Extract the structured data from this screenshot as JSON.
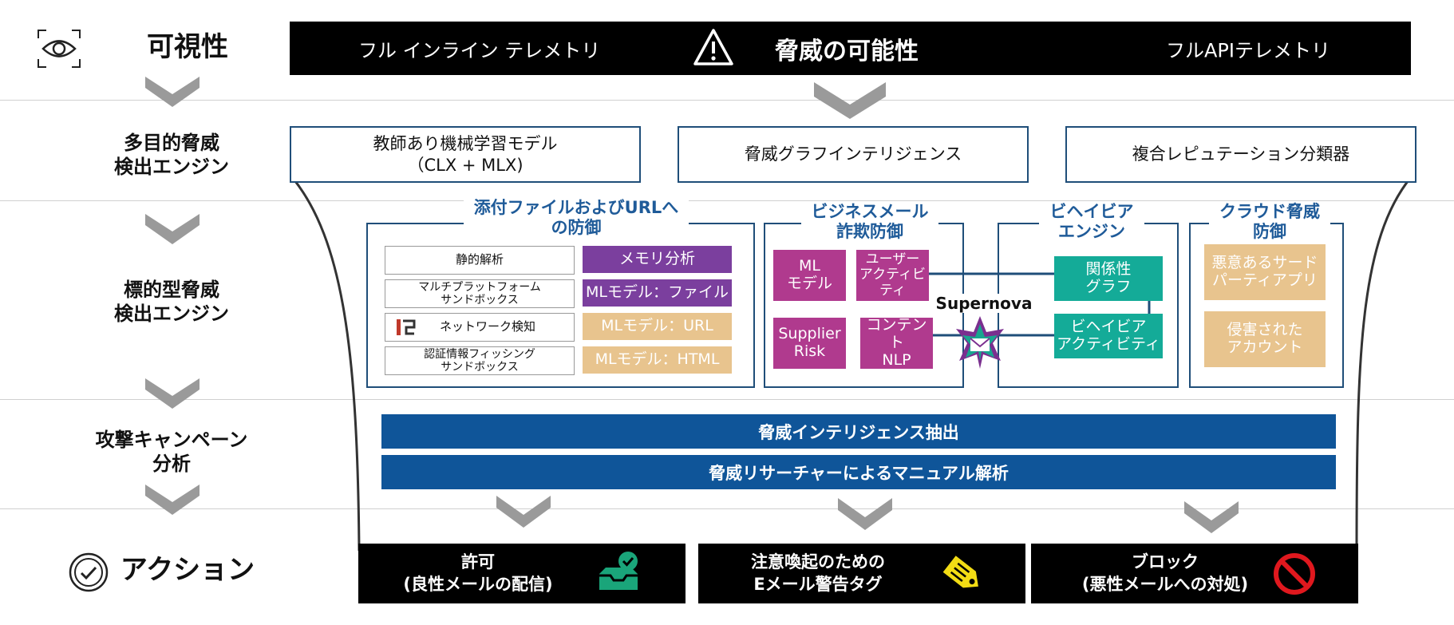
{
  "rows": {
    "visibility": "可視性",
    "multi_engine": "多目的脅威\n検出エンジン",
    "targeted_engine": "標的型脅威\n検出エンジン",
    "campaign": "攻撃キャンペーン\n分析",
    "action": "アクション"
  },
  "topbar": {
    "left": "フル インライン テレメトリ",
    "center": "脅威の可能性",
    "right": "フルAPIテレメトリ"
  },
  "engines": [
    "教師あり機械学習モデル\n（CLX + MLX)",
    "脅威グラフインテリジェンス",
    "複合レピュテーション分類器"
  ],
  "attachment_panel": {
    "title": "添付ファイルおよびURLへ\nの防御",
    "left_items": [
      "静的解析",
      "マルチプラットフォーム\nサンドボックス",
      "ネットワーク検知",
      "認証情報フィッシング\nサンドボックス"
    ],
    "right_items": [
      "メモリ分析",
      "MLモデル：ファイル",
      "MLモデル：URL",
      "MLモデル：HTML"
    ]
  },
  "bec_panel": {
    "title": "ビジネスメール\n詐欺防御",
    "items": [
      "ML\nモデル",
      "ユーザー\nアクティビ\nティ",
      "Supplier\nRisk",
      "コンテント\nNLP"
    ]
  },
  "behavior_panel": {
    "title": "ビヘイビア\nエンジン",
    "items": [
      "関係性\nグラフ",
      "ビヘイビア\nアクティビティ"
    ]
  },
  "supernova": "Supernova",
  "cloud_panel": {
    "title": "クラウド脅威\n防御",
    "items": [
      "悪意あるサード\nパーティアプリ",
      "侵害された\nアカウント"
    ]
  },
  "campaign_bars": [
    "脅威インテリジェンス抽出",
    "脅威リサーチャーによるマニュアル解析"
  ],
  "actions": [
    "許可\n(良性メールの配信)",
    "注意喚起のための\nEメール警告タグ",
    "ブロック\n(悪性メールへの対処)"
  ],
  "colors": {
    "navy": "#1f4e79",
    "title_blue": "#1f5b99",
    "bar_blue": "#0f5599",
    "purple": "#7b3f9e",
    "tan": "#e8c48e",
    "magenta": "#b03a8e",
    "teal": "#14ab98",
    "green": "#1aa57a",
    "yellow": "#f2dc14",
    "red": "#e0181e",
    "chevron": "#9a9a9a"
  },
  "icons": {
    "visibility": "eye-scan-icon",
    "threat": "warning-triangle-icon",
    "action": "check-circle-icon",
    "network": "network-logo-icon",
    "supernova": "supernova-logo-icon",
    "allow": "inbox-check-icon",
    "tag": "tag-icon",
    "block": "no-entry-icon"
  }
}
